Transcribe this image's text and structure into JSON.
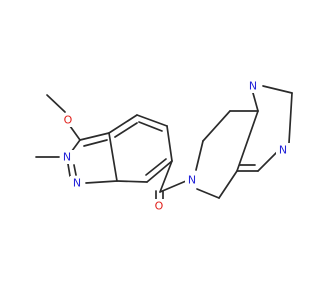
{
  "structure": {
    "atoms": [
      {
        "id": "O_methoxy",
        "label": "O",
        "color": "#e0201b"
      },
      {
        "id": "N_2",
        "label": "N",
        "color": "#2323d8"
      },
      {
        "id": "N_1",
        "label": "N",
        "color": "#2323d8"
      },
      {
        "id": "O_carbonyl",
        "label": "O",
        "color": "#e0201b"
      },
      {
        "id": "N_amide",
        "label": "N",
        "color": "#2323d8"
      },
      {
        "id": "N_pyr_top",
        "label": "N",
        "color": "#2323d8"
      },
      {
        "id": "N_pyr_right",
        "label": "N",
        "color": "#2323d8"
      }
    ],
    "bond_color": "#2b2b2b"
  }
}
